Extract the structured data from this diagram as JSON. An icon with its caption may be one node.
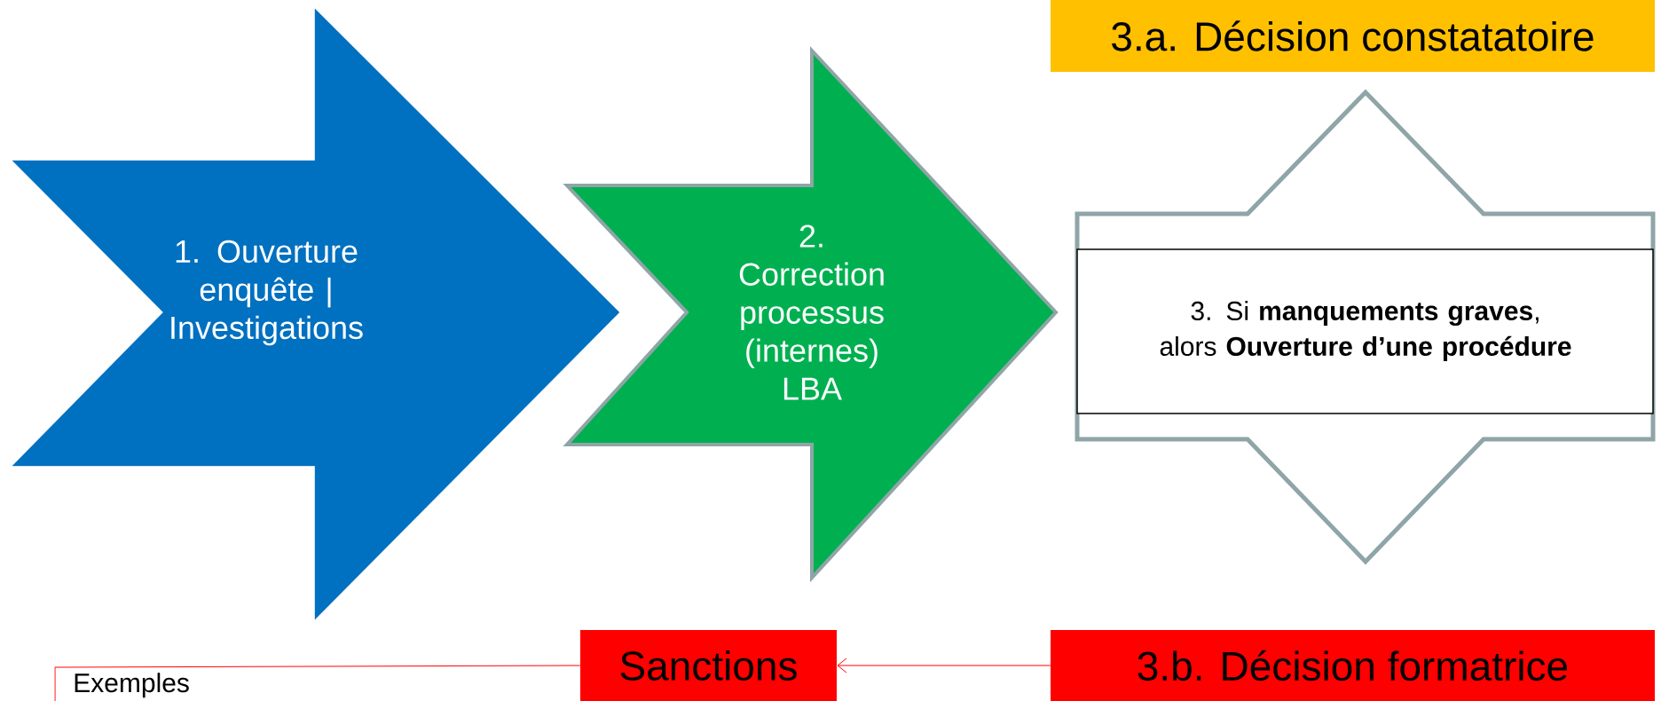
{
  "diagram": {
    "nodes": [
      {
        "text": [
          "1. Ouverture enquête | Investigations"
        ]
      },
      {
        "text": [
          "2. Correction processus (internes) LBA"
        ]
      },
      {
        "text": [
          "3. Si **manquements graves**, alors **Ouverture d’une procédure**"
        ]
      },
      {
        "text": [
          "3.a. Décision constatatoire"
        ]
      },
      {
        "text": [
          "3.b. Décision formatrice"
        ]
      },
      {
        "text": [
          "Sanctions"
        ]
      },
      {
        "text": [
          "Exemples"
        ]
      }
    ],
    "edges": [
      {
        "from": 4,
        "to": 5,
        "arrow": "to"
      },
      {
        "from": 5,
        "to": 6,
        "arrow": "none"
      }
    ]
  }
}
